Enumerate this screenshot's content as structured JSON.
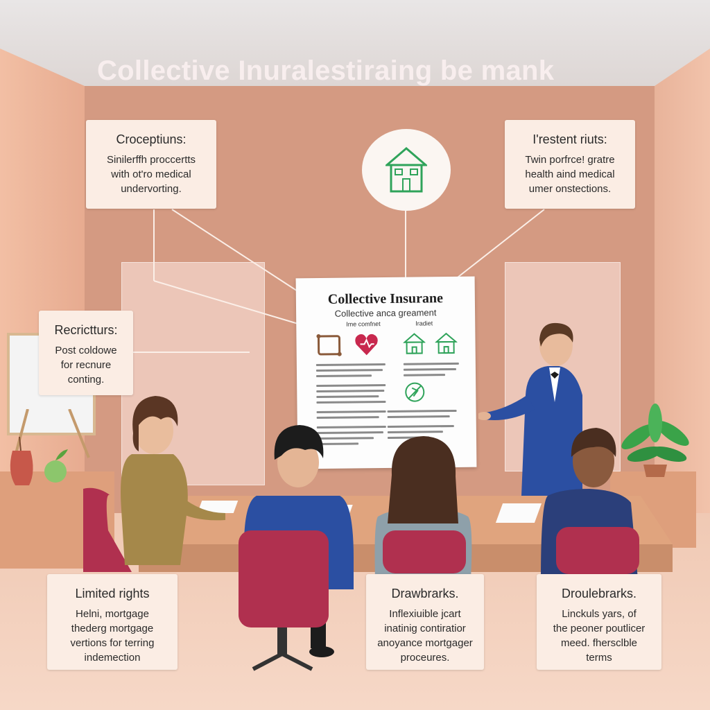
{
  "title": "Collective Inuralestiraing be mank",
  "callouts": {
    "top_left": {
      "title": "Croceptiuns:",
      "body": "Sinilerffh proccertts\nwith ot'ro medical\nundervorting."
    },
    "top_right": {
      "title": "I'restent riuts:",
      "body": "Twin porfrce! gratre\nhealth aind medical\numer onstections."
    },
    "mid_left": {
      "title": "Recrictturs:",
      "body": "Post coldowe\nfor recnure\nconting."
    },
    "bottom_left": {
      "title": "Limited rights",
      "body": "Helni, mortgage\nthederg mortgage\nvertions for terring\nindemection"
    },
    "bottom_center": {
      "title": "Drawbrarks.",
      "body": "Inflexiuible jcart\ninatinig contiratior\nanoyance mortgager\nproceures."
    },
    "bottom_right": {
      "title": "Droulebrarks.",
      "body": "Linckuls yars, of\nthe peoner poutlicer\nmeed. fhersclble\nterms"
    }
  },
  "poster": {
    "title": "Collective Insurane",
    "subtitle": "Collective anca greament",
    "label_left": "Ime comfnet",
    "label_right": "Iradiet"
  },
  "icons": {
    "house": "house-icon",
    "chain": "chain-icon",
    "heart": "heart-icon",
    "shield": "shield-icon"
  },
  "colors": {
    "wall": "#d49a82",
    "accent_green": "#2fa35a",
    "chair": "#b0304f",
    "heart": "#c8284e",
    "suit_blue": "#2b4fa2"
  }
}
